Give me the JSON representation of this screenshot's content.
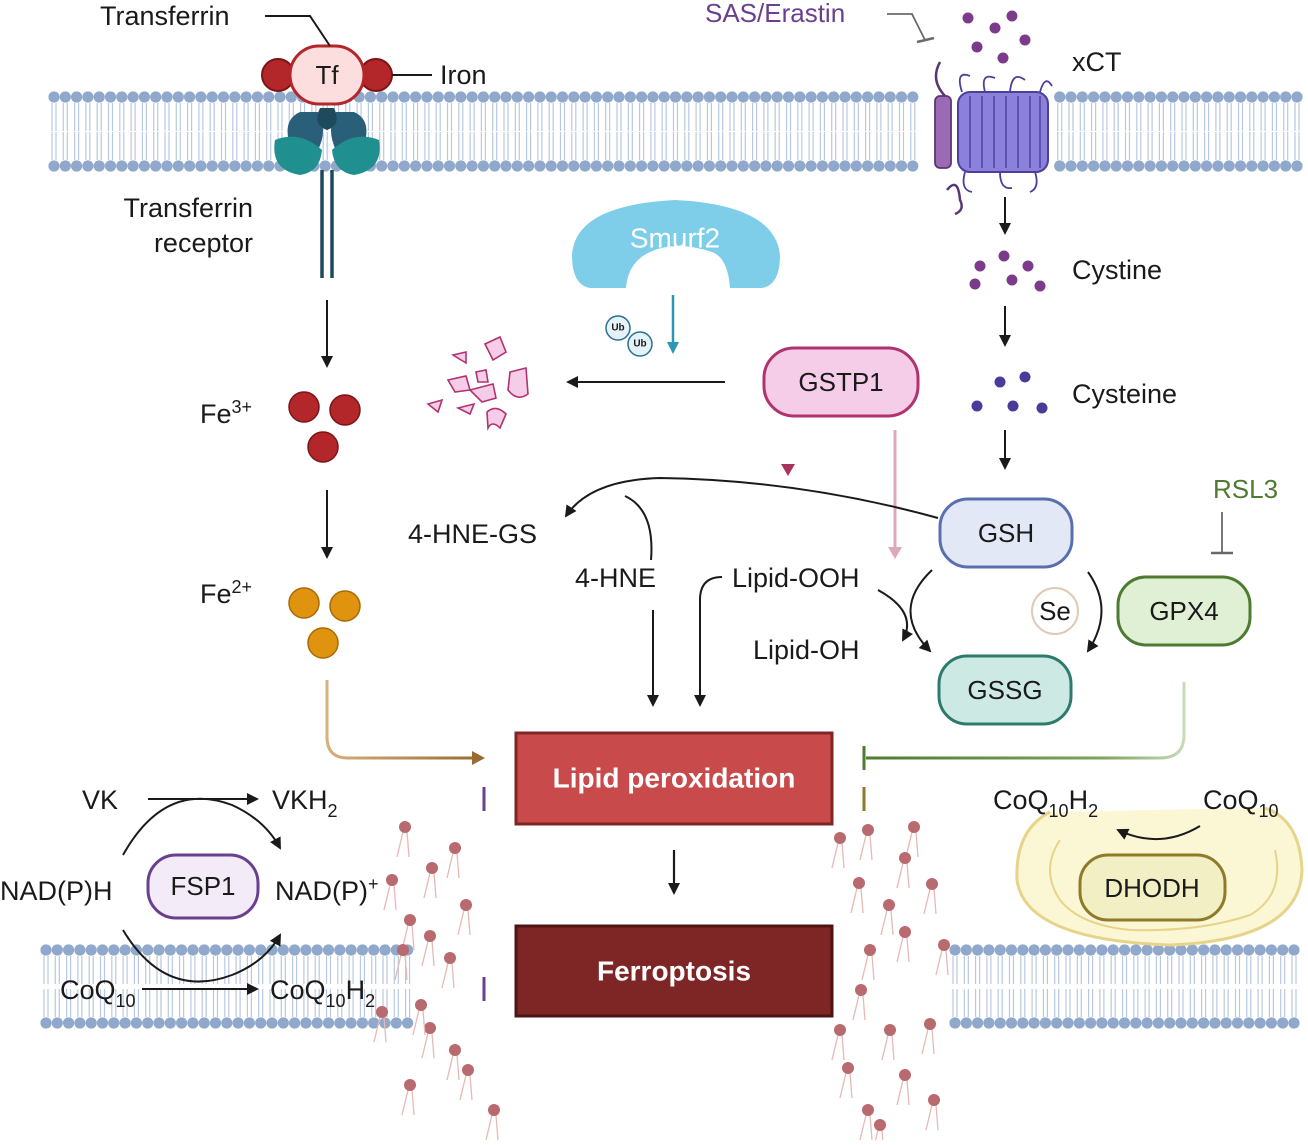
{
  "labels": {
    "transferrin": "Transferrin",
    "tf": "Tf",
    "iron": "Iron",
    "transferrin_receptor_1": "Transferrin",
    "transferrin_receptor_2": "receptor",
    "fe3_base": "Fe",
    "fe3_sup": "3+",
    "fe2_base": "Fe",
    "fe2_sup": "2+",
    "sas_erastin": "SAS/Erastin",
    "xct": "xCT",
    "cystine": "Cystine",
    "cysteine": "Cysteine",
    "smurf2": "Smurf2",
    "ub1": "Ub",
    "ub2": "Ub",
    "gstp1": "GSTP1",
    "hne_gs": "4-HNE-GS",
    "hne": "4-HNE",
    "lipid_ooh": "Lipid-OOH",
    "lipid_oh": "Lipid-OH",
    "gsh": "GSH",
    "gssg": "GSSG",
    "se": "Se",
    "gpx4": "GPX4",
    "rsl3": "RSL3",
    "lipid_peroxidation": "Lipid peroxidation",
    "ferroptosis": "Ferroptosis",
    "vk": "VK",
    "vkh2_base": "VKH",
    "vkh2_sub": "2",
    "nadph": "NAD(P)H",
    "nadp_base": "NAD(P)",
    "nadp_sup": "+",
    "fsp1": "FSP1",
    "coq10_left_base": "CoQ",
    "coq10_left_sub": "10",
    "coq10h2_left_base": "CoQ",
    "coq10h2_left_sub": "10",
    "coq10h2_left_h": "H",
    "coq10h2_left_sub2": "2",
    "coq10h2_right_base": "CoQ",
    "coq10h2_right_sub": "10",
    "coq10h2_right_h": "H",
    "coq10h2_right_sub2": "2",
    "coq10_right_base": "CoQ",
    "coq10_right_sub": "10",
    "dhodh": "DHODH"
  },
  "colors": {
    "membrane_head": "#8fa8cc",
    "membrane_tail": "#b9c8e0",
    "iron_red": "#b3262a",
    "iron_orange": "#e0930f",
    "cystine": "#7b3b8a",
    "cysteine": "#4a3a9a",
    "smurf2": "#7ecde9",
    "gstp1_fill": "#f6cde8",
    "gstp1_stroke": "#b0336d",
    "gsh_fill": "#e3e8f7",
    "gsh_stroke": "#5a6fae",
    "gssg_fill": "#cde9e4",
    "gssg_stroke": "#2e7a6c",
    "gpx4_fill": "#dff0d4",
    "gpx4_stroke": "#4e7a32",
    "lipid_box": "#c94a4a",
    "ferroptosis_box": "#7e2626",
    "fsp1_stroke": "#6a3f8f",
    "dhodh_fill": "#f2efc4",
    "dhodh_stroke": "#8e7a2a",
    "inhibit_purple": "#6a3f8f",
    "inhibit_green": "#4e7a32",
    "inhibit_olive": "#8e7a2a",
    "fe_arrow": "#9a6a30",
    "text_purple": "#6a3f8f",
    "text_green": "#4e7a32"
  }
}
